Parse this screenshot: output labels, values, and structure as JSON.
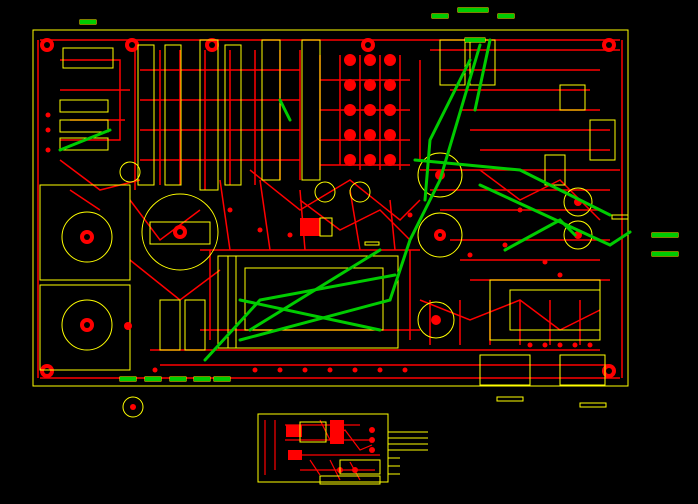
{
  "viewer": {
    "background": "#000000",
    "colors": {
      "copper_top": "#ff0000",
      "silkscreen": "#ffff00",
      "ratsnest": "#00cc00",
      "pad_ring": "#ff2a2a",
      "drill": "#000000",
      "refdes_box": "#ffff00"
    },
    "layers": [
      "copper_top",
      "silkscreen",
      "ratsnest"
    ]
  }
}
